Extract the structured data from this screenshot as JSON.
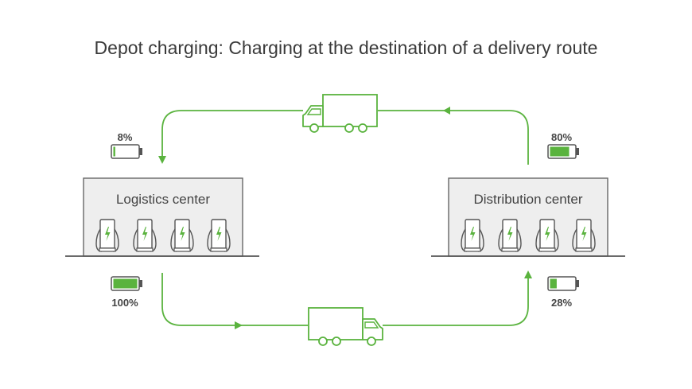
{
  "title": "Depot charging: Charging at the destination of a delivery route",
  "colors": {
    "accent": "#5ab33e",
    "battery_outline": "#555555",
    "battery_low": "#e04a2a",
    "building_fill": "#eeeeee",
    "outline": "#666666"
  },
  "buildings": [
    {
      "label": "Logistics center",
      "charger_count": 4
    },
    {
      "label": "Distribution center",
      "charger_count": 4
    }
  ],
  "batteries": {
    "logistics_arrival": {
      "label": "8%",
      "level": 0.08
    },
    "logistics_departure": {
      "label": "100%",
      "level": 1.0
    },
    "distribution_departure": {
      "label": "80%",
      "level": 0.8
    },
    "distribution_arrival": {
      "label": "28%",
      "level": 0.28
    }
  },
  "icons": [
    "truck-icon",
    "battery-icon",
    "charging-station-icon",
    "lightning-bolt-icon",
    "arrow-icon"
  ]
}
